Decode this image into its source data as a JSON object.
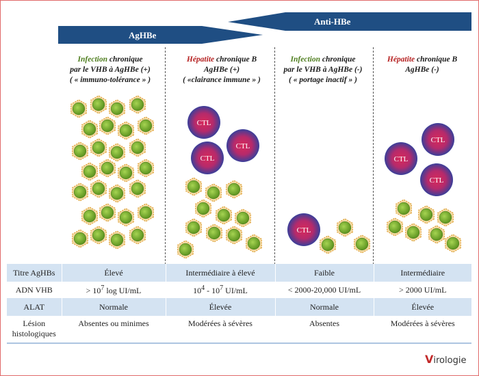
{
  "arrows": {
    "hbeag": "AgHBe",
    "anti_hbe": "Anti-HBe"
  },
  "phases": [
    {
      "w1": "Infection",
      "w1_class": "green",
      "rest": " chronique",
      "line2": "par le VHB à AgHBe (+)",
      "line3": "( « immuno-tolérance » )"
    },
    {
      "w1": "Hépatite",
      "w1_class": "red",
      "rest": " chronique B",
      "line2": "AgHBe (+)",
      "line3": "( «clairance immune » )"
    },
    {
      "w1": "Infection",
      "w1_class": "green",
      "rest": " chronique",
      "line2": "par le VHB à AgHBe (-)",
      "line3": "( « portage inactif » )"
    },
    {
      "w1": "Hépatite",
      "w1_class": "red",
      "rest": " chronique B",
      "line2": "AgHBe (-)",
      "line3": ""
    }
  ],
  "ctl_label": "CTL",
  "table": {
    "rows": [
      {
        "label": "Titre AgHBs",
        "cells": [
          "Élevé",
          "Intermédiaire à élevé",
          "Faible",
          "Intermédiaire"
        ]
      },
      {
        "label": "ADN VHB",
        "cells": [
          {
            "a": "> 10",
            "sup": "7",
            "b": " log UI/mL"
          },
          {
            "a": "10",
            "sup": "4",
            "mid": " - 10",
            "sup2": "7",
            "b": " UI/mL"
          },
          "< 2000-20,000 UI/mL",
          "> 2000 UI/mL"
        ]
      },
      {
        "label": "ALAT",
        "cells": [
          "Normale",
          "Élevée",
          "Normale",
          "Élevée"
        ]
      },
      {
        "label": "Lésion histologiques",
        "cells": [
          "Absentes ou minimes",
          "Modérées à sévères",
          "Absentes",
          "Modérées à sévères"
        ]
      }
    ]
  },
  "colors": {
    "arrow": "#1f4e83",
    "shade": "#d4e3f2",
    "virus": "#7fb52f",
    "virus_spike": "#e0a23a",
    "ctl_outer": "#3a3f9a",
    "ctl_inner": "#d8295a"
  },
  "logo": {
    "initial": "V",
    "text": "irologie"
  }
}
